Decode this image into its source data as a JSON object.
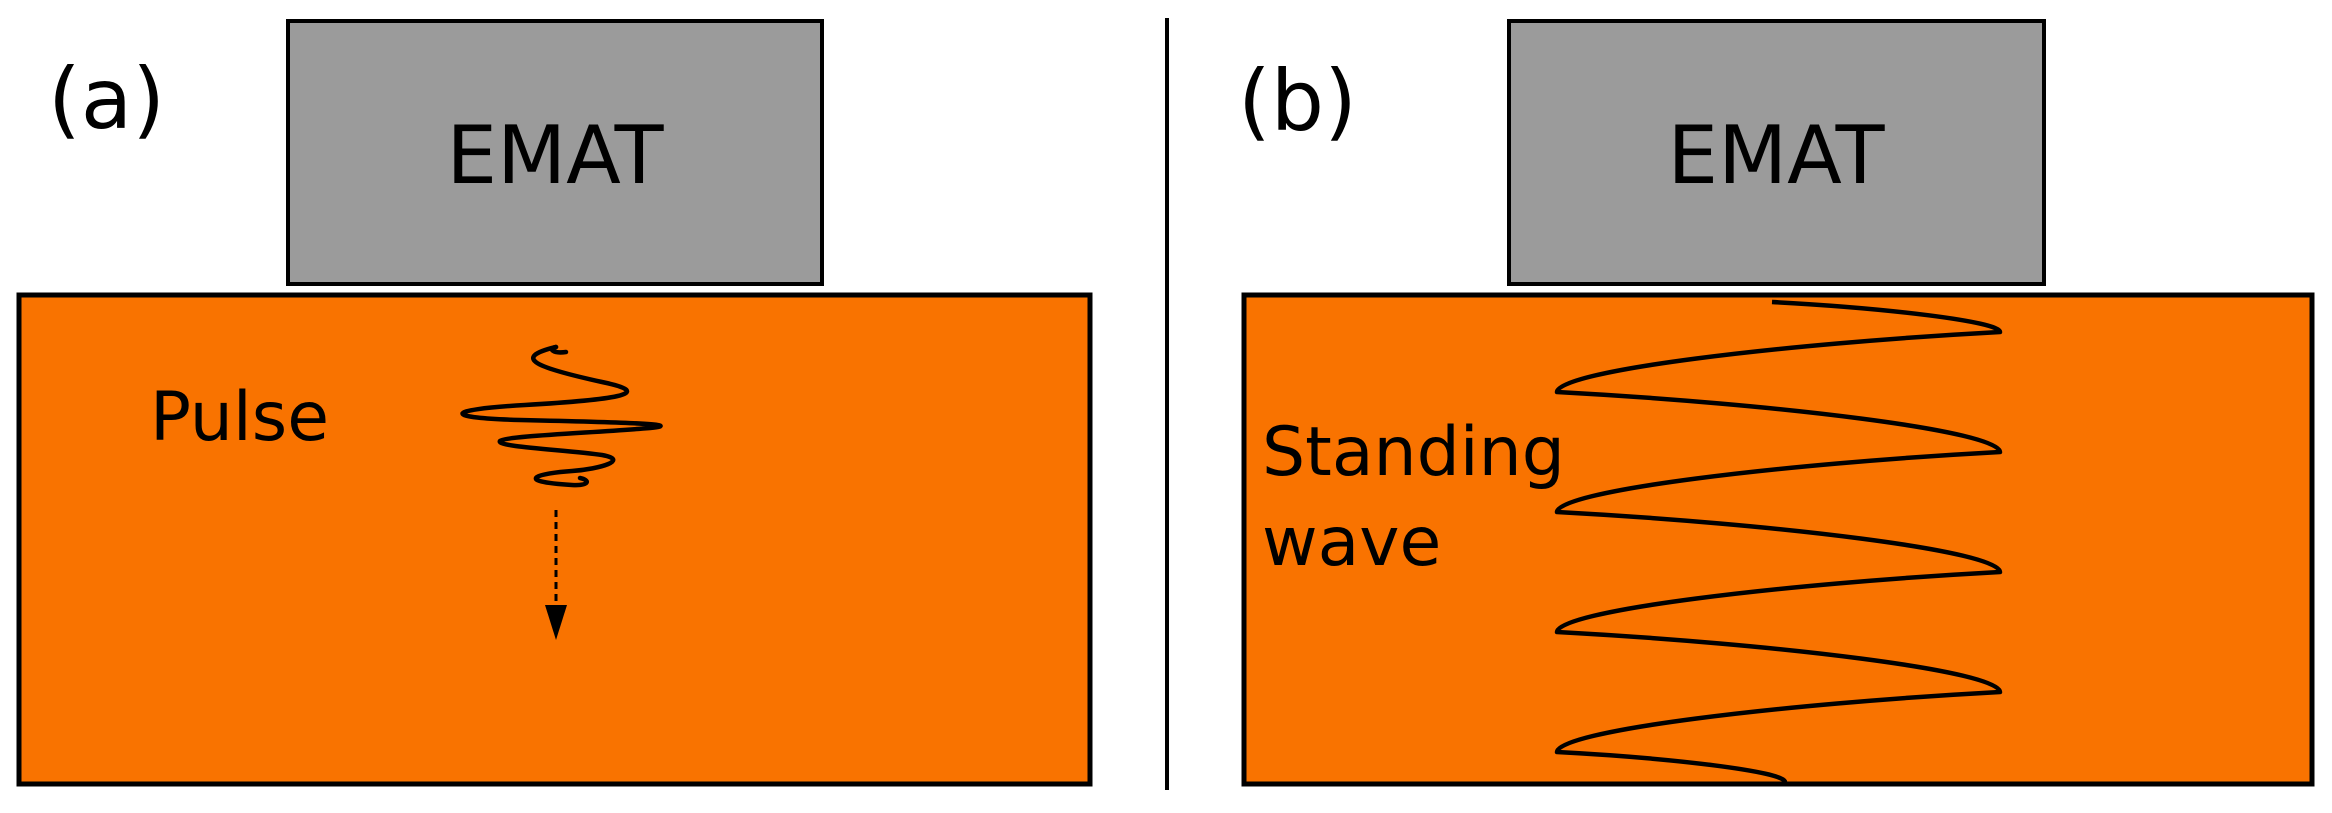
{
  "colors": {
    "emat_fill": "#9b9b9b",
    "specimen_fill": "#f97300",
    "outline": "#000000",
    "background": "#ffffff"
  },
  "panels": [
    {
      "label": "(a)",
      "transducer": {
        "label": "EMAT"
      },
      "wave": {
        "kind": "pulse",
        "label_lines": [
          "Pulse"
        ],
        "has_propagation_arrow": true
      }
    },
    {
      "label": "(b)",
      "transducer": {
        "label": "EMAT"
      },
      "wave": {
        "kind": "standing",
        "label_lines": [
          "Standing",
          "wave"
        ],
        "half_cycles": 8
      }
    }
  ]
}
